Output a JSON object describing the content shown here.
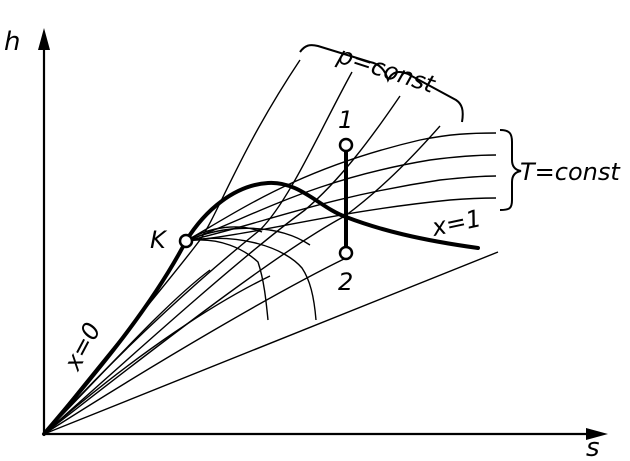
{
  "axes": {
    "y_label": "h",
    "x_label": "s"
  },
  "labels": {
    "pressure_family": "p=const",
    "temperature_family": "T=const",
    "saturated_liquid": "x=0",
    "saturated_vapor": "x=1",
    "critical_point": "K",
    "state_1": "1",
    "state_2": "2"
  }
}
